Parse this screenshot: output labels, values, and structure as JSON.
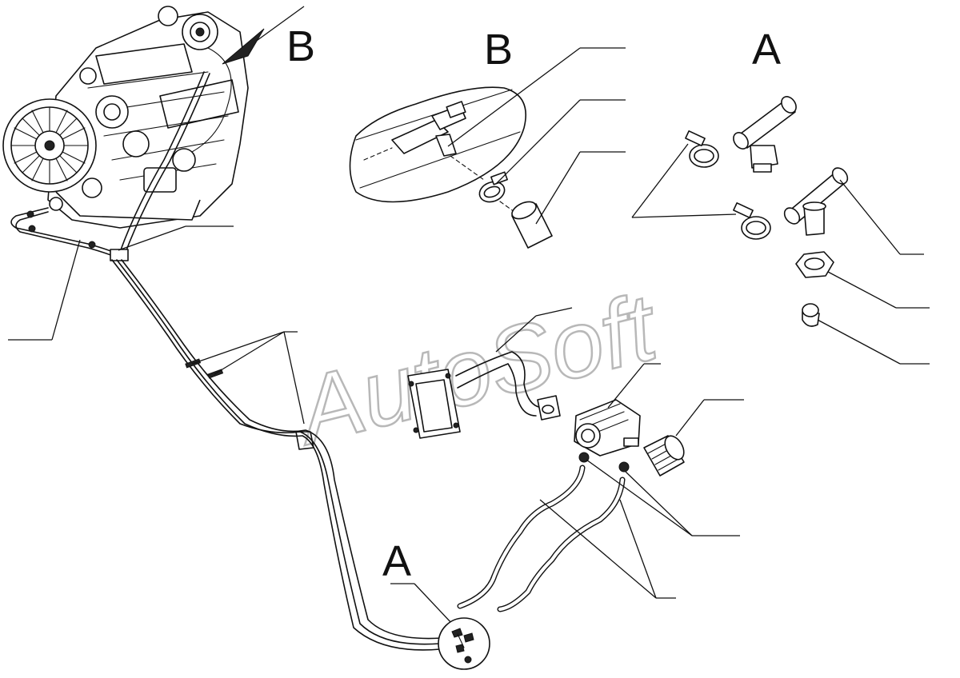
{
  "callouts": {
    "view_b_engine": "B",
    "view_b_detail": "B",
    "view_a_detail": "A",
    "view_a_bottom": "A"
  },
  "watermark": "AutoSoft",
  "colors": {
    "line": "#111111",
    "watermark": "#b8b8b8",
    "background": "#ffffff"
  }
}
